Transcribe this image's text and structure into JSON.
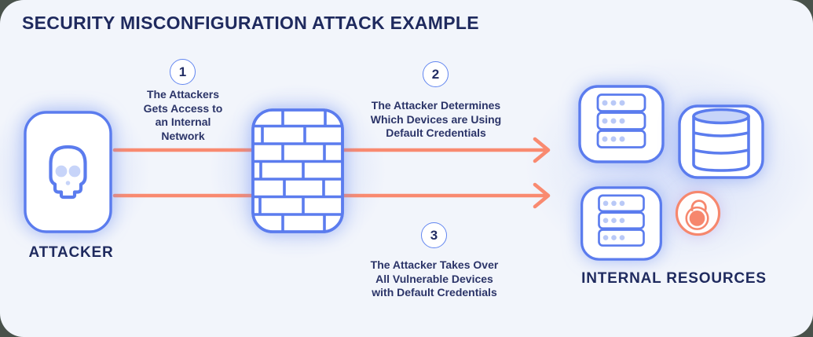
{
  "title": "SECURITY MISCONFIGURATION ATTACK EXAMPLE",
  "steps": [
    {
      "number": "1",
      "text": "The Attackers\nGets Access to\nan Internal\nNetwork"
    },
    {
      "number": "2",
      "text": "The Attacker Determines\nWhich Devices are Using\nDefault Credentials"
    },
    {
      "number": "3",
      "text": "The Attacker Takes Over\nAll Vulnerable Devices\nwith Default Credentials"
    }
  ],
  "labels": {
    "attacker": "ATTACKER",
    "internal_resources": "INTERNAL RESOURCES"
  },
  "icons": {
    "attacker": "skull-icon",
    "barrier": "firewall-brick-wall-icon",
    "resource_servers": "server-rack-icon",
    "resource_database": "database-icon",
    "vulnerability": "open-padlock-icon"
  },
  "colors": {
    "accent_blue": "#5b7cee",
    "navy_text": "#1f2a5e",
    "arrow_salmon": "#f98a70",
    "icon_light_fill": "#c7d4f9",
    "card_background": "#f2f5fb",
    "outer_background": "#49524b"
  }
}
